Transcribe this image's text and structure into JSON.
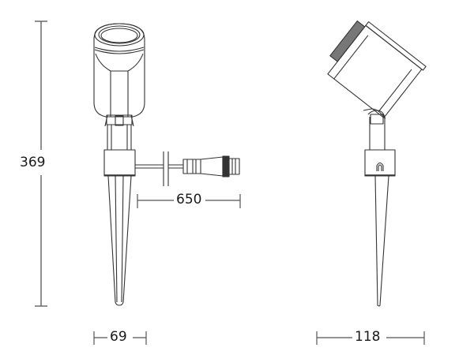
{
  "drawing": {
    "title": "Spike light dimension drawing",
    "views": [
      {
        "name": "front-view",
        "description": "Front elevation of spike light with cable and connector"
      },
      {
        "name": "side-view",
        "description": "Side elevation with luminaire head tilted"
      }
    ],
    "line_color": "#333333",
    "dimension_color": "#555555"
  },
  "dimensions": {
    "height": {
      "value": "369",
      "orientation": "vertical"
    },
    "cable_length": {
      "value": "650",
      "orientation": "horizontal"
    },
    "front_width": {
      "value": "69",
      "orientation": "horizontal"
    },
    "side_width": {
      "value": "118",
      "orientation": "horizontal"
    }
  }
}
